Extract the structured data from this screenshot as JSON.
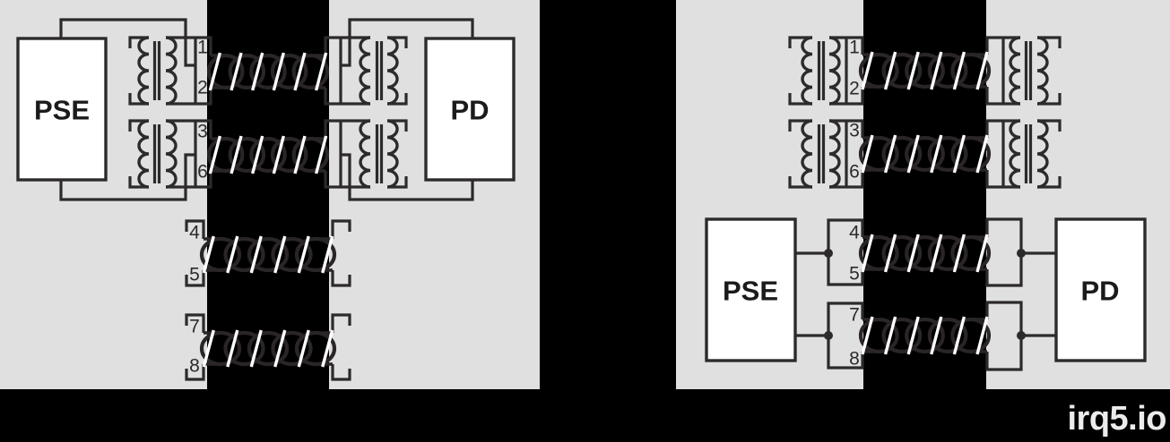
{
  "watermark": {
    "text": "irq5.io"
  },
  "colors": {
    "canvas": "#000000",
    "panel": "#e0e0e0",
    "line": "#2d2a2b",
    "twisted_pair_wire": "#2a2526",
    "twist_slash": "#ffffff",
    "chip_fill": "#ffffff",
    "chip_text": "#1b1b1b",
    "pin_text": "#2d2a2b",
    "watermark_text": "#ececec"
  },
  "diagram_left": {
    "pse_label": "PSE",
    "pd_label": "PD",
    "pin_labels": [
      "1",
      "2",
      "3",
      "6",
      "4",
      "5",
      "7",
      "8"
    ]
  },
  "diagram_right": {
    "pse_label": "PSE",
    "pd_label": "PD",
    "pin_labels": [
      "1",
      "2",
      "3",
      "6",
      "4",
      "5",
      "7",
      "8"
    ]
  }
}
